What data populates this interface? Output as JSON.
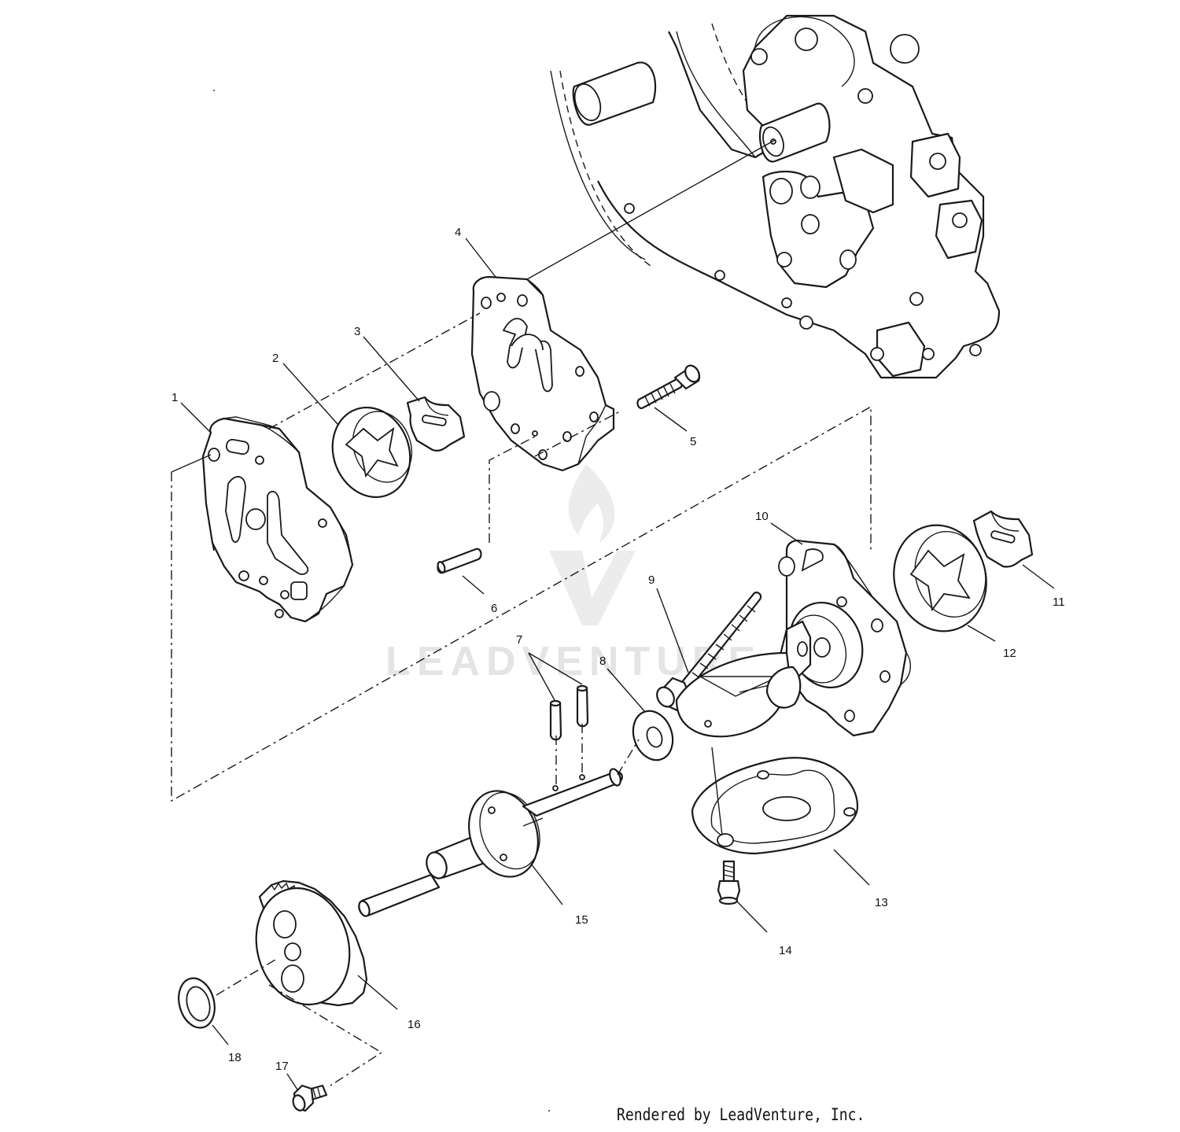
{
  "diagram": {
    "callouts": [
      {
        "id": "1",
        "label": "1"
      },
      {
        "id": "2",
        "label": "2"
      },
      {
        "id": "3",
        "label": "3"
      },
      {
        "id": "4",
        "label": "4"
      },
      {
        "id": "5",
        "label": "5"
      },
      {
        "id": "6",
        "label": "6"
      },
      {
        "id": "7",
        "label": "7"
      },
      {
        "id": "8",
        "label": "8"
      },
      {
        "id": "9",
        "label": "9"
      },
      {
        "id": "10",
        "label": "10"
      },
      {
        "id": "11",
        "label": "11"
      },
      {
        "id": "12",
        "label": "12"
      },
      {
        "id": "13",
        "label": "13"
      },
      {
        "id": "14",
        "label": "14"
      },
      {
        "id": "15",
        "label": "15"
      },
      {
        "id": "16",
        "label": "16"
      },
      {
        "id": "17",
        "label": "17"
      },
      {
        "id": "18",
        "label": "18"
      }
    ],
    "watermark": "LEADVENTURE",
    "footer": "Rendered by LeadVenture, Inc."
  }
}
